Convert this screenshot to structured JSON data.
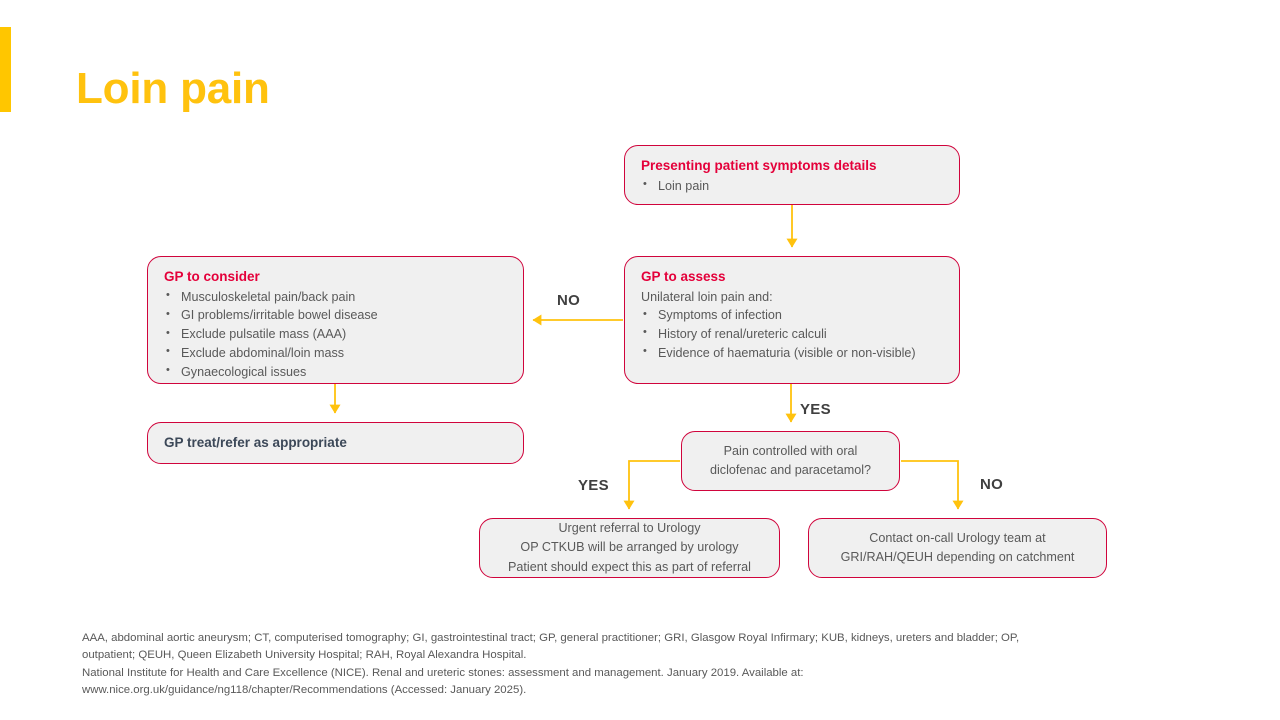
{
  "title": "Loin pain",
  "colors": {
    "accent_gold": "#ffc600",
    "title_gold": "#ffc20e",
    "border_crimson": "#d0043c",
    "heading_crimson": "#e4003a",
    "body_gray": "#595959",
    "slate": "#3c4858",
    "node_fill": "#f0f0f0",
    "connector_gold": "#ffc20e"
  },
  "nodes": {
    "presenting": {
      "heading": "Presenting patient symptoms details",
      "bullets": [
        "Loin pain"
      ]
    },
    "gp_consider": {
      "heading": "GP to consider",
      "bullets": [
        "Musculoskeletal pain/back pain",
        "GI problems/irritable bowel disease",
        "Exclude pulsatile mass (AAA)",
        "Exclude abdominal/loin mass",
        "Gynaecological issues"
      ]
    },
    "gp_assess": {
      "heading": "GP to assess",
      "lead": "Unilateral loin pain and:",
      "bullets": [
        "Symptoms of infection",
        "History of renal/ureteric calculi",
        "Evidence of haematuria (visible or non-visible)"
      ]
    },
    "gp_treat": {
      "heading": "GP treat/refer as appropriate"
    },
    "pain_question": {
      "lines": [
        "Pain controlled with oral",
        "diclofenac and paracetamol?"
      ]
    },
    "urgent_referral": {
      "lines": [
        "Urgent referral to Urology",
        "OP CTKUB will be arranged by urology",
        "Patient should expect this as part of referral"
      ]
    },
    "on_call": {
      "lines": [
        "Contact on-call Urology team at",
        "GRI/RAH/QEUH depending on catchment"
      ]
    }
  },
  "branch_labels": {
    "assess_to_consider": "NO",
    "assess_to_question": "YES",
    "question_to_urgent": "YES",
    "question_to_oncall": "NO"
  },
  "footnote": {
    "line1": "AAA, abdominal aortic aneurysm; CT, computerised tomography; GI, gastrointestinal tract; GP, general practitioner; GRI, Glasgow Royal Infirmary; KUB, kidneys, ureters and bladder; OP,",
    "line2": "outpatient; QEUH, Queen Elizabeth University Hospital; RAH, Royal Alexandra Hospital.",
    "line3": "National Institute for Health and Care Excellence (NICE). Renal and ureteric stones: assessment and management. January 2019. Available at:",
    "line4": "www.nice.org.uk/guidance/ng118/chapter/Recommendations (Accessed: January 2025)."
  }
}
